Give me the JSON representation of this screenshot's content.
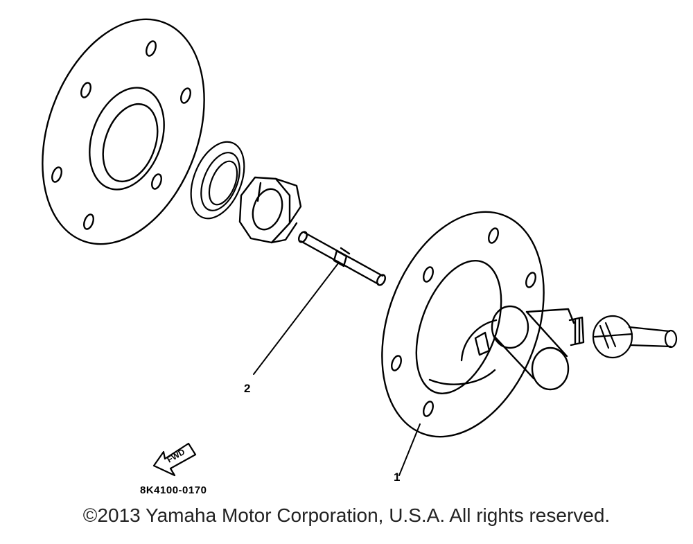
{
  "callouts": {
    "part_1": "1",
    "part_2": "2"
  },
  "direction_marker": {
    "text": "FWD",
    "icon": "forward-arrow-icon"
  },
  "reference_code": "8K4100-0170",
  "copyright": "©2013 Yamaha Motor Corporation, U.S.A. All rights reserved.",
  "colors": {
    "line": "#000000",
    "background": "#ffffff"
  }
}
